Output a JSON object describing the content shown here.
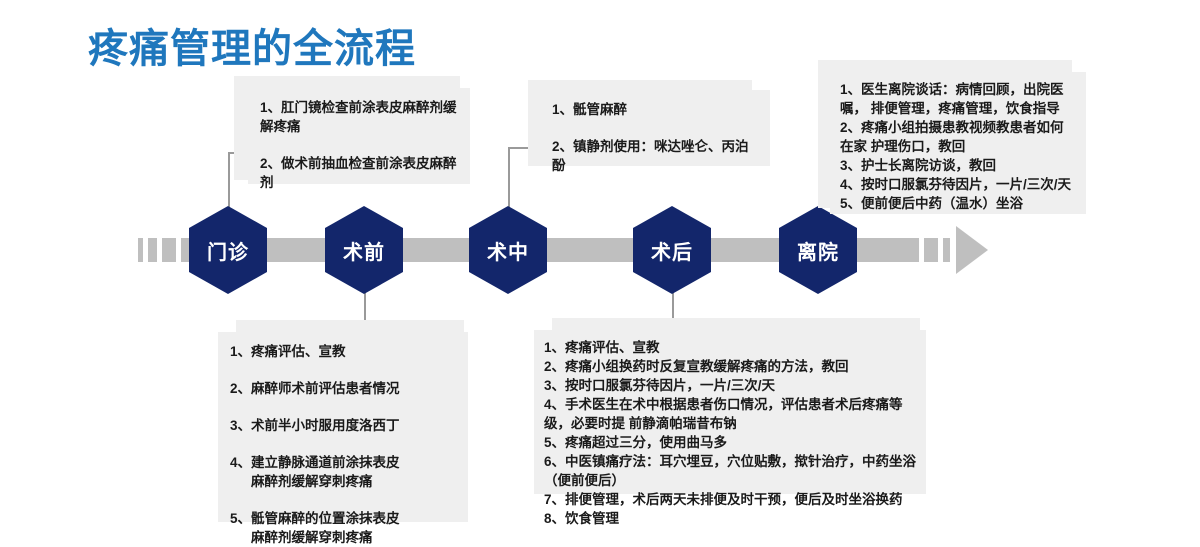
{
  "title": "疼痛管理的全流程",
  "theme": {
    "title_color": "#1f77bd",
    "hex_color": "#13266b",
    "arrow_color": "#bfbfbf",
    "panel_color": "#efefef",
    "connector_color": "#9a9a9a",
    "text_color": "#1a1a1a"
  },
  "timeline": {
    "nodes": [
      {
        "label": "门诊"
      },
      {
        "label": "术前"
      },
      {
        "label": "术中"
      },
      {
        "label": "术后"
      },
      {
        "label": "离院"
      }
    ]
  },
  "callouts": {
    "outpatient": {
      "owner": "门诊",
      "position": "above",
      "items": [
        "1、肛门镜检查前涂表皮麻醉剂缓解疼痛",
        "2、做术前抽血检查前涂表皮麻醉剂"
      ]
    },
    "preop": {
      "owner": "术前",
      "position": "below",
      "items": [
        "1、疼痛评估、宣教",
        "2、麻醉师术前评估患者情况",
        "3、术前半小时服用度洛西丁",
        "4、建立静脉通道前涂抹表皮",
        "5、骶管麻醉的位置涂抹表皮"
      ],
      "item_continuations": {
        "4": "麻醉剂缓解穿刺疼痛",
        "5": "麻醉剂缓解穿刺疼痛"
      }
    },
    "intraop": {
      "owner": "术中",
      "position": "above",
      "items": [
        "1、骶管麻醉",
        "2、镇静剂使用：咪达唑仑、丙泊酚"
      ]
    },
    "postop": {
      "owner": "术后",
      "position": "below",
      "items": [
        "1、疼痛评估、宣教",
        "2、疼痛小组换药时反复宣教缓解疼痛的方法，教回",
        "3、按时口服氯芬待因片，一片/三次/天",
        "4、手术医生在术中根据患者伤口情况，评估患者术后疼痛等级，必要时提",
        "5、疼痛超过三分，使用曲马多",
        "6、中医镇痛疗法：耳穴埋豆，穴位贴敷，揿针治疗，中药坐浴（便前便后）",
        "7、排便管理，术后两天未排便及时干预，便后及时坐浴换药",
        "8、饮食管理"
      ],
      "item_continuations": {
        "4": "前静滴帕瑞昔布钠"
      }
    },
    "discharge": {
      "owner": "离院",
      "position": "above",
      "items": [
        "1、医生离院谈话：病情回顾，出院医嘱，",
        "2、疼痛小组拍摄患教视频教患者如何在家",
        "3、护士长离院访谈，教回",
        "4、按时口服氯芬待因片，一片/三次/天",
        "5、便前便后中药（温水）坐浴"
      ],
      "item_continuations": {
        "1": "排便管理，疼痛管理，饮食指导",
        "2": "护理伤口，教回"
      }
    }
  }
}
